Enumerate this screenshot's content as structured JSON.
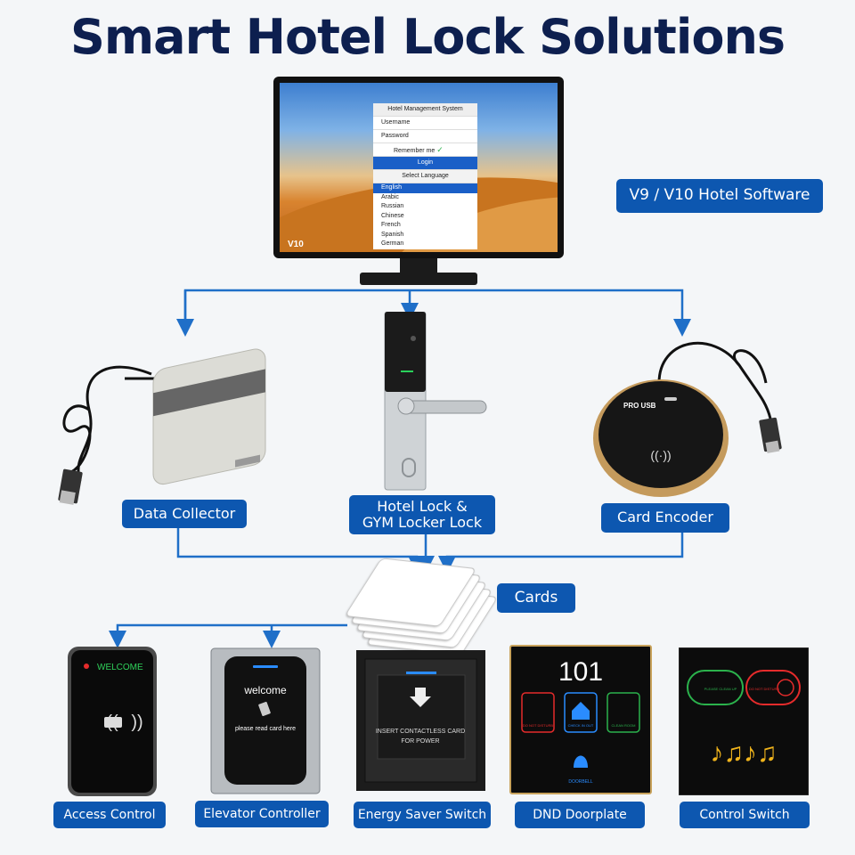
{
  "title": "Smart Hotel Lock Solutions",
  "software": {
    "label": "V9 / V10 Hotel Software",
    "screen": {
      "header": "Hotel Management System",
      "username": "Username",
      "password": "Password",
      "remember": "Remember me",
      "login": "Login",
      "select_language": "Select Language",
      "languages": [
        "English",
        "Arabic",
        "Russian",
        "Chinese",
        "French",
        "Spanish",
        "German"
      ],
      "version_badge": "V10"
    }
  },
  "devices": {
    "data_collector": "Data Collector",
    "hotel_lock": [
      "Hotel Lock &",
      "GYM Locker Lock"
    ],
    "card_encoder": "Card Encoder",
    "encoder_brand": "PRO USB",
    "cards": "Cards"
  },
  "applications": [
    {
      "label": "Access Control",
      "screen_text": "WELCOME"
    },
    {
      "label": "Elevator Controller",
      "screen_title": "welcome",
      "screen_text": "please read card here"
    },
    {
      "label": "Energy Saver Switch",
      "screen_text": [
        "INSERT CONTACTLESS CARD",
        "FOR POWER"
      ]
    },
    {
      "label": "DND Doorplate",
      "room": "101",
      "icons": [
        "DO NOT DISTURB",
        "CHECK IN OUT",
        "CLEAN ROOM",
        "DOORBELL"
      ]
    },
    {
      "label": "Control Switch",
      "icons": [
        "PLEASE CLEAN UP",
        "DO NOT DISTURB"
      ]
    }
  ],
  "colors": {
    "accent": "#0d57b0",
    "title": "#0d1f4f",
    "line": "#1f6fc8"
  }
}
